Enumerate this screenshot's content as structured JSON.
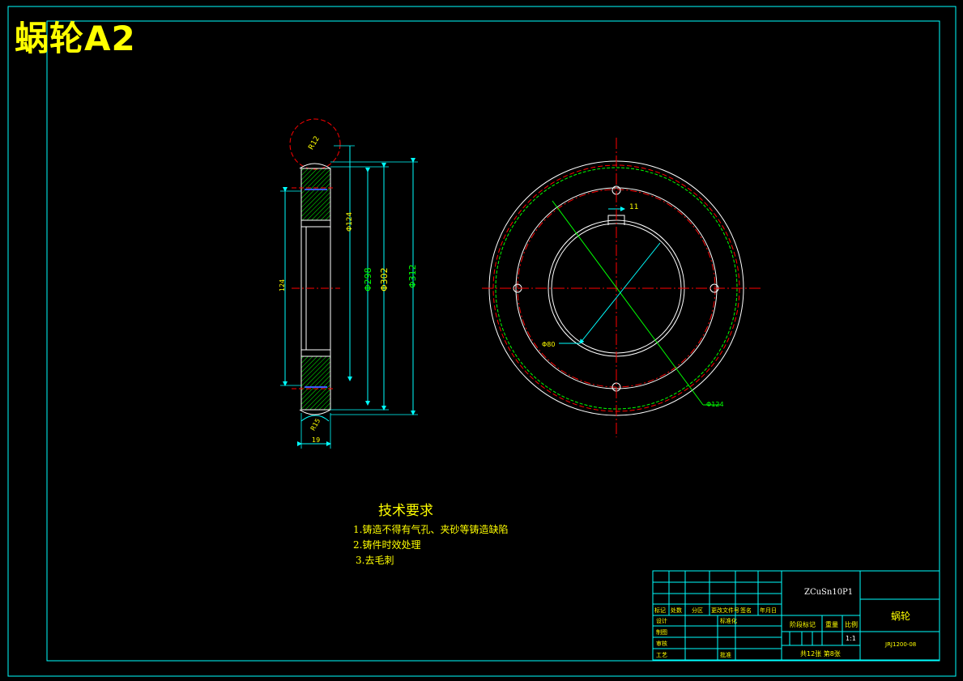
{
  "sheet_title": "蜗轮A2",
  "dimensions": {
    "r12": "R12",
    "phi124_left": "Φ124",
    "phi298": "Φ298",
    "phi302": "Φ302",
    "phi312": "Φ312",
    "phi80": "Φ80",
    "phi124_right": "Φ124",
    "keyway": "11",
    "r15": "R15",
    "width": "19",
    "hub": "124"
  },
  "tech_requirements": {
    "title": "技术要求",
    "items": [
      "1.铸造不得有气孔、夹砂等铸造缺陷",
      "2.铸件时效处理",
      "3.去毛刺"
    ]
  },
  "title_block": {
    "material": "ZCuSn10P1",
    "part_name": "蜗轮",
    "drawing_no": "JRJ1200-08",
    "scale": "1:1",
    "sheet_info": "共12张  第8张",
    "header_labels": [
      "标记",
      "处数",
      "分区",
      "更改文件号",
      "签名",
      "年月日"
    ],
    "row_labels": [
      "设计",
      "制图",
      "审核",
      "工艺"
    ],
    "std_label": "标准化",
    "approve_label": "批准",
    "stage_label": "阶段标记",
    "weight_label": "重量",
    "ratio_label": "比例"
  },
  "colors": {
    "frame": "#00ffff",
    "outline": "#ffffff",
    "center": "#ff0000",
    "dimension": "#00ffff",
    "hatch": "#00ff00",
    "text": "#ffff00"
  }
}
